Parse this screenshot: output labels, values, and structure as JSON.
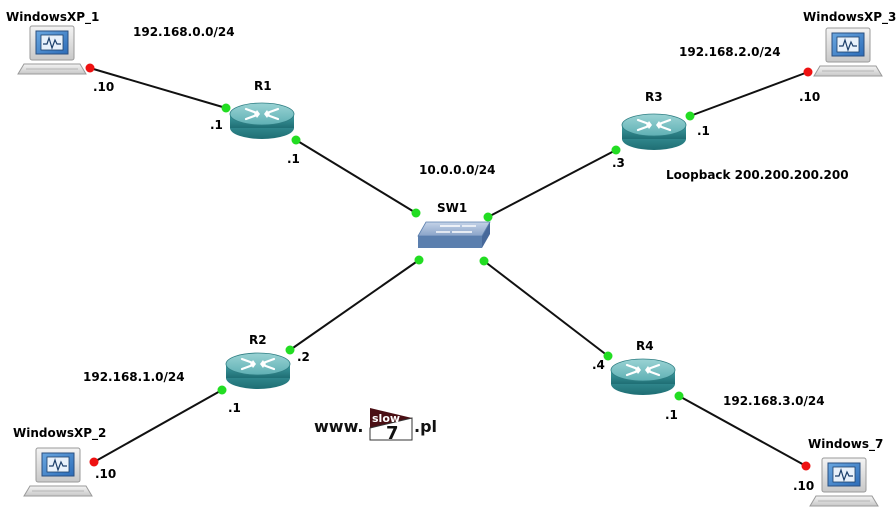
{
  "nodes": {
    "xp1": {
      "name": "WindowsXP_1"
    },
    "xp2": {
      "name": "WindowsXP_2"
    },
    "xp3": {
      "name": "WindowsXP_3"
    },
    "win7": {
      "name": "Windows_7"
    },
    "r1": {
      "name": "R1"
    },
    "r2": {
      "name": "R2"
    },
    "r3": {
      "name": "R3"
    },
    "r4": {
      "name": "R4"
    },
    "sw1": {
      "name": "SW1"
    }
  },
  "networks": {
    "net1": "192.168.0.0/24",
    "net2": "192.168.1.0/24",
    "net3": "192.168.2.0/24",
    "net4": "192.168.3.0/24",
    "core": "10.0.0.0/24",
    "loopback": "Loopback 200.200.200.200"
  },
  "interfaces": {
    "xp1": ".10",
    "r1_lan": ".1",
    "r1_core": ".1",
    "xp2": ".10",
    "r2_lan": ".1",
    "r2_core": ".2",
    "xp3": ".10",
    "r3_lan": ".1",
    "r3_core": ".3",
    "win7": ".10",
    "r4_lan": ".1",
    "r4_core": ".4"
  },
  "logo": {
    "prefix": "www.",
    "word": "slow",
    "number": "7",
    "suffix": ".pl"
  },
  "colors": {
    "link": "#111111",
    "port_up": "#22dd22",
    "port_down": "#ee1111",
    "router_body": "#3d9aa0",
    "router_top": "#7cc4c6",
    "logo_flag": "#4a0f14"
  }
}
